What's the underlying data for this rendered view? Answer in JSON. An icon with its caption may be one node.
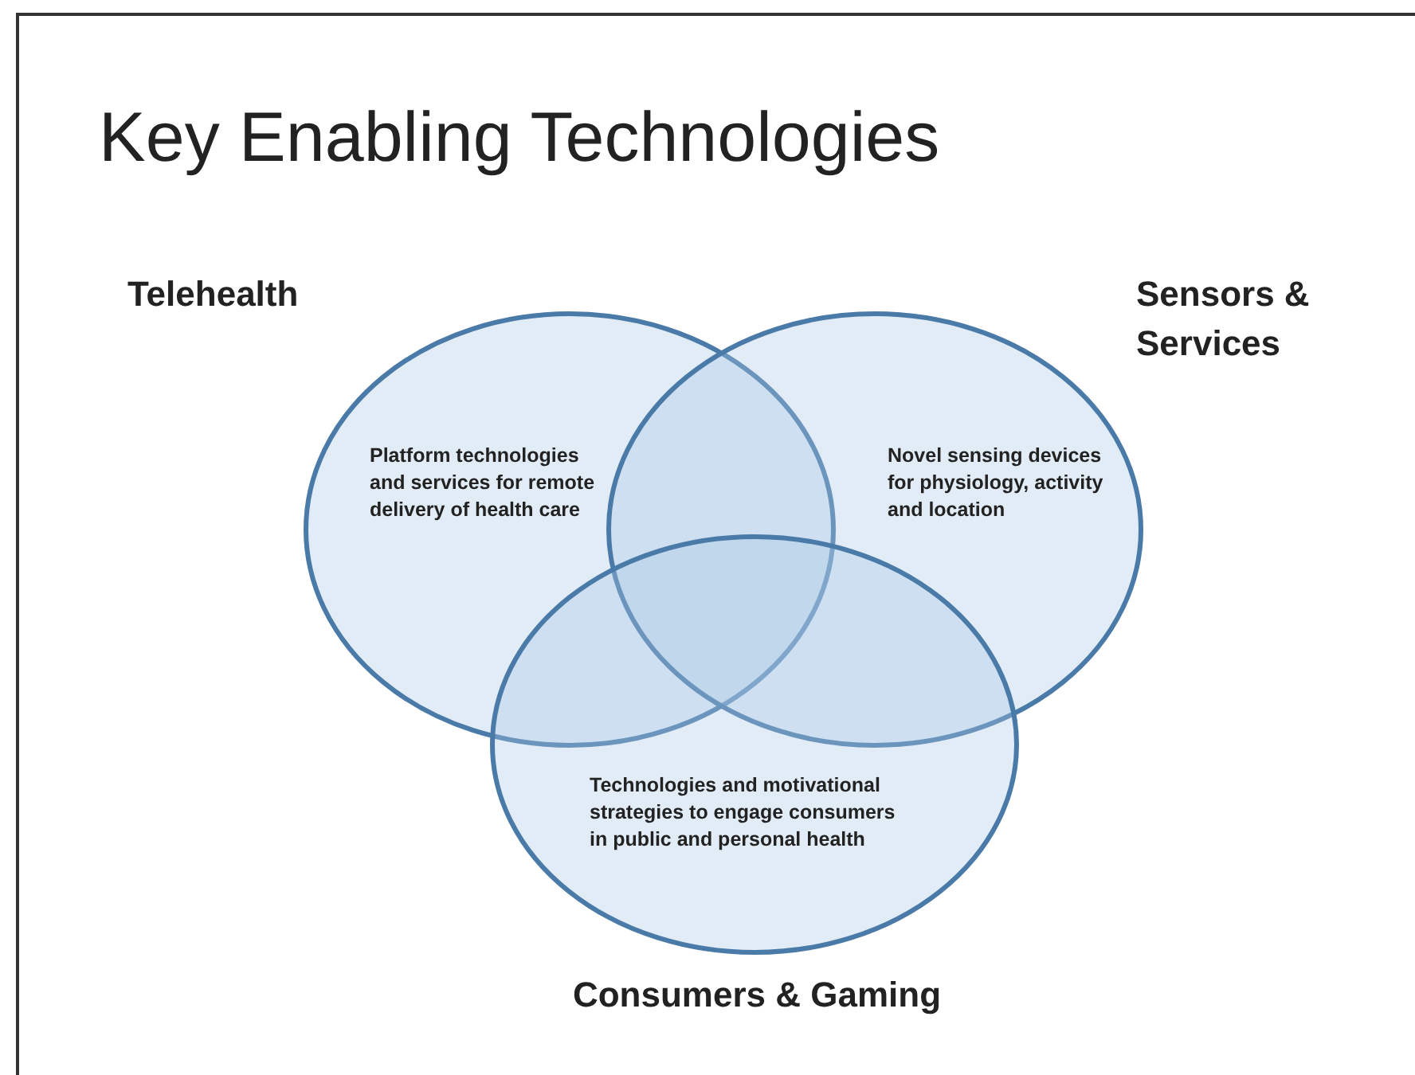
{
  "diagram": {
    "title": "Key Enabling Technologies",
    "nodes": [
      {
        "text": [
          "Telehealth",
          "Platform technologies and services for remote delivery of health care"
        ]
      },
      {
        "text": [
          "Sensors & Services",
          "Novel sensing devices for physiology, activity and location"
        ]
      },
      {
        "text": [
          "Technologies and motivational strategies to engage consumers in public and personal health",
          "Consumers & Gaming"
        ]
      }
    ]
  }
}
